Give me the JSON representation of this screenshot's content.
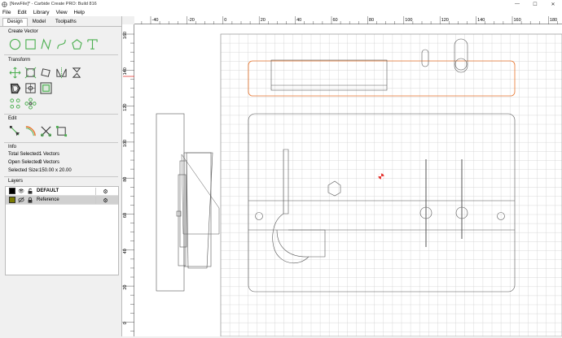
{
  "window": {
    "title": "[NewFile]* - Carbide Create PRO: Build 816",
    "minimize": "—",
    "maximize": "☐",
    "close": "✕"
  },
  "menu": [
    "File",
    "Edit",
    "Library",
    "View",
    "Help"
  ],
  "tabs": [
    "Design",
    "Model",
    "Toolpaths"
  ],
  "sections": {
    "create_vector": "Create Vector",
    "transform": "Transform",
    "edit": "Edit",
    "info": "Info",
    "layers": "Layers"
  },
  "info": {
    "total_selected_label": "Total Selected:",
    "total_selected_value": "1 Vectors",
    "open_selected_label": "Open Selected:",
    "open_selected_value": "0 Vectors",
    "selected_size_label": "Selected Size:",
    "selected_size_value": "150.00 x 20.00"
  },
  "layers": [
    {
      "name": "DEFAULT",
      "color": "#000000",
      "bold": true
    },
    {
      "name": "Reference",
      "color": "#7a7a00",
      "bold": false
    }
  ],
  "ruler": {
    "x_ticks": [
      "-40",
      "-20",
      "0",
      "20",
      "40",
      "60",
      "80",
      "100",
      "120",
      "140",
      "160",
      "180"
    ],
    "y_ticks": [
      "160",
      "140",
      "120",
      "100",
      "80",
      "60",
      "40",
      "20",
      "0"
    ]
  },
  "colors": {
    "accent": "#4caf50",
    "selection": "#e8742c",
    "grid": "#cfcfcf"
  }
}
